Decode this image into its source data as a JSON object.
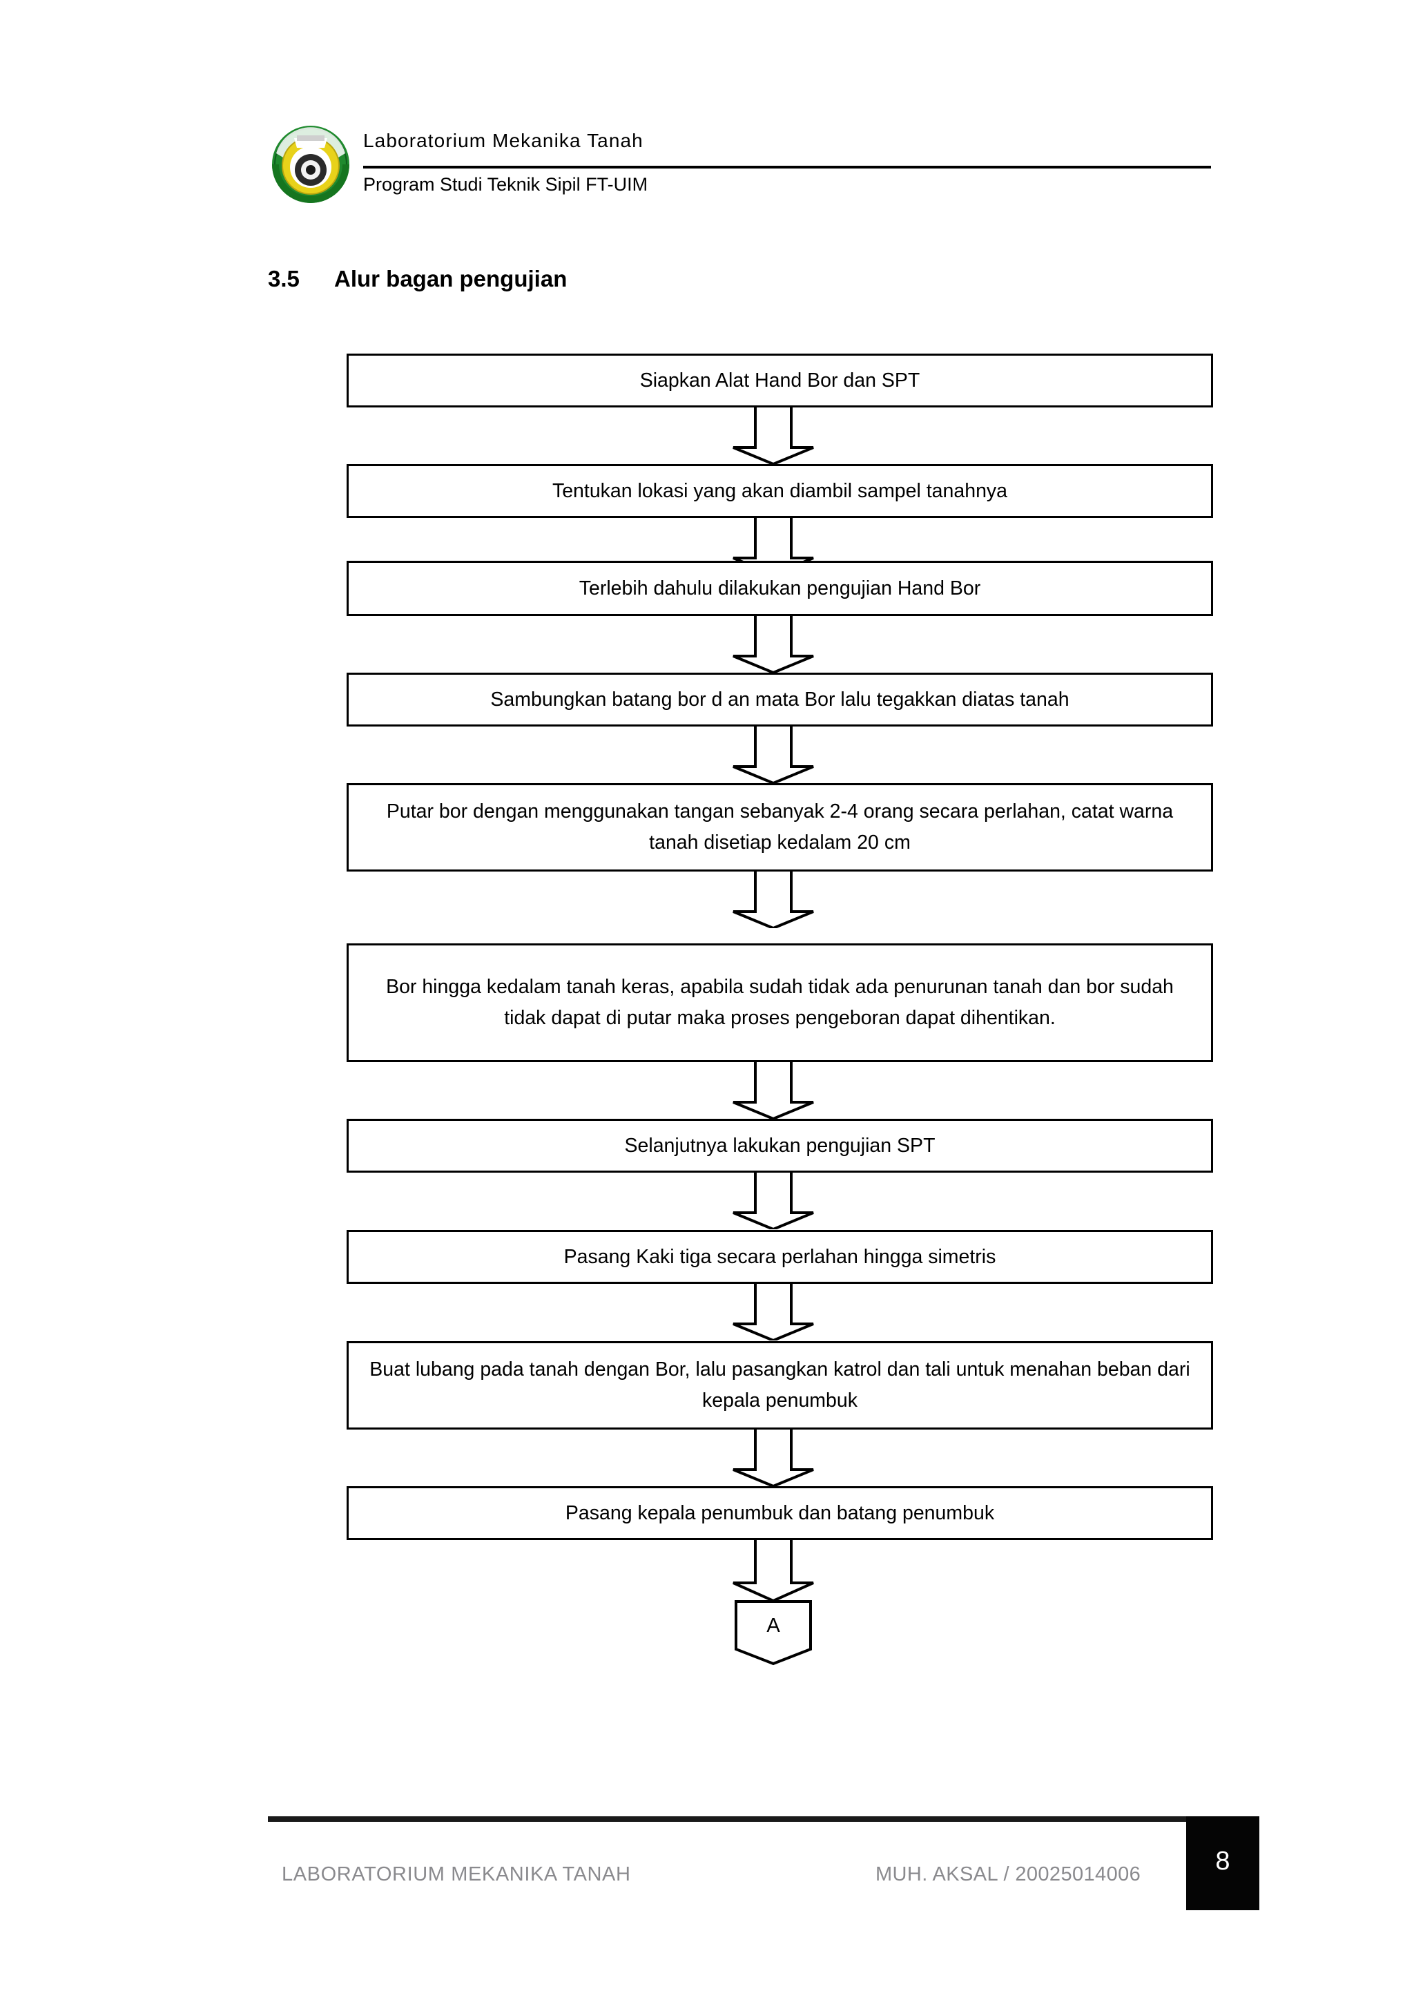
{
  "header": {
    "logo_icon": "university-emblem-icon",
    "line1": "Laboratorium Mekanika Tanah",
    "line2": "Program Studi Teknik Sipil FT-UIM"
  },
  "section": {
    "number": "3.5",
    "title": "Alur bagan pengujian"
  },
  "flowchart": {
    "steps": [
      {
        "id": "step-1",
        "text": "Siapkan Alat Hand Bor dan SPT"
      },
      {
        "id": "step-2",
        "text": "Tentukan lokasi yang akan diambil sampel tanahnya"
      },
      {
        "id": "step-3",
        "text": "Terlebih dahulu dilakukan pengujian Hand Bor"
      },
      {
        "id": "step-4",
        "text": "Sambungkan batang bor d an mata Bor lalu tegakkan diatas tanah"
      },
      {
        "id": "step-5",
        "text": "Putar bor dengan menggunakan tangan sebanyak 2-4 orang secara perlahan, catat warna tanah disetiap kedalam 20 cm"
      },
      {
        "id": "step-6",
        "text": "Bor hingga kedalam tanah keras, apabila sudah tidak ada penurunan tanah dan bor sudah tidak dapat di putar maka proses pengeboran dapat dihentikan."
      },
      {
        "id": "step-7",
        "text": "Selanjutnya lakukan pengujian SPT"
      },
      {
        "id": "step-8",
        "text": "Pasang Kaki tiga secara perlahan hingga simetris"
      },
      {
        "id": "step-9",
        "text": "Buat lubang pada tanah dengan Bor, lalu pasangkan katrol dan tali untuk menahan beban dari kepala penumbuk"
      },
      {
        "id": "step-10",
        "text": "Pasang kepala penumbuk dan batang penumbuk"
      }
    ],
    "connector": {
      "label": "A"
    },
    "arrow_icon": "down-block-arrow-icon",
    "line_color": "#000000",
    "fill_color": "#ffffff"
  },
  "footer": {
    "left": "LABORATORIUM MEKANIKA TANAH",
    "center": "MUH. AKSAL / 20025014006",
    "page_number": "8",
    "text_color": "#8a8a8e",
    "badge_color": "#050505"
  }
}
